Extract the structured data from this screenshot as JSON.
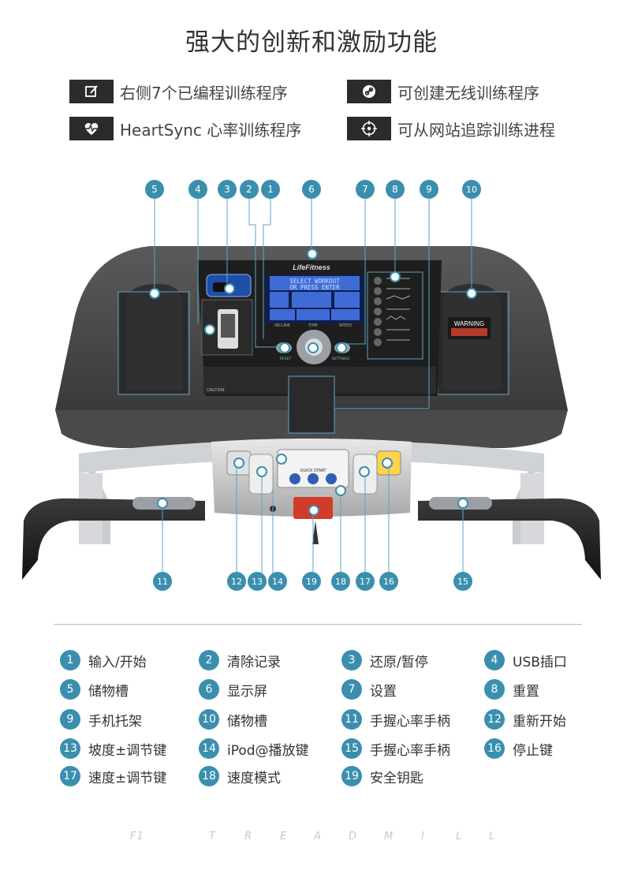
{
  "title": "强大的创新和激励功能",
  "features": [
    {
      "icon": "edit-icon",
      "text": "右侧7个已编程训练程序"
    },
    {
      "icon": "link-icon",
      "text": "可创建无线训练程序"
    },
    {
      "icon": "heart-pulse-icon",
      "text": "HeartSync 心率训练程序"
    },
    {
      "icon": "target-icon",
      "text": "可从网站追踪训练进程"
    }
  ],
  "console": {
    "brand": "LifeFitness",
    "display_line1": "SELECT WORKOUT",
    "display_line2": "OR PRESS ENTER",
    "display_labels": [
      "INCLINE",
      "TIME",
      "SPEED"
    ],
    "reset_label": "RESET",
    "settings_label": "SETTINGS",
    "quick_start_label": "QUICK START",
    "warning_label": "WARNING",
    "caution_label": "CAUTION"
  },
  "callout_numbers": {
    "top": [
      "5",
      "4",
      "3",
      "2",
      "1",
      "6",
      "7",
      "8",
      "9",
      "10"
    ],
    "bottom": [
      "11",
      "12",
      "13",
      "14",
      "19",
      "18",
      "17",
      "16",
      "15"
    ]
  },
  "legend": [
    {
      "n": "1",
      "label": "输入/开始"
    },
    {
      "n": "2",
      "label": "清除记录"
    },
    {
      "n": "3",
      "label": "还原/暂停"
    },
    {
      "n": "4",
      "label": "USB插口"
    },
    {
      "n": "5",
      "label": "储物槽"
    },
    {
      "n": "6",
      "label": "显示屏"
    },
    {
      "n": "7",
      "label": "设置"
    },
    {
      "n": "8",
      "label": "重置"
    },
    {
      "n": "9",
      "label": "手机托架"
    },
    {
      "n": "10",
      "label": "储物槽"
    },
    {
      "n": "11",
      "label": "手握心率手柄"
    },
    {
      "n": "12",
      "label": "重新开始"
    },
    {
      "n": "13",
      "label": "坡度±调节键"
    },
    {
      "n": "14",
      "label": "iPod@播放键"
    },
    {
      "n": "15",
      "label": "手握心率手柄"
    },
    {
      "n": "16",
      "label": "停止键"
    },
    {
      "n": "17",
      "label": "速度±调节键"
    },
    {
      "n": "18",
      "label": "速度模式"
    },
    {
      "n": "19",
      "label": "安全钥匙"
    }
  ],
  "footer": [
    "F1",
    "T",
    "R",
    "E",
    "A",
    "D",
    "M",
    "I",
    "L",
    "L"
  ],
  "colors": {
    "accent": "#3b8fae",
    "icon_bg": "#2b2b2b",
    "display": "#3f6bd6"
  }
}
